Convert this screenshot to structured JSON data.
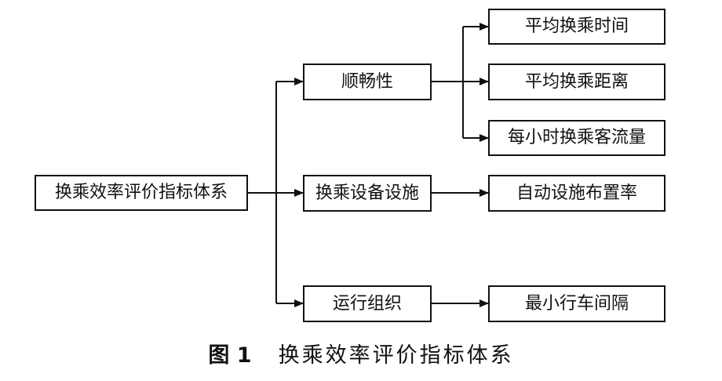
{
  "diagram": {
    "root": {
      "label": "换乘效率评价指标体系"
    },
    "categories": [
      {
        "label": "顺畅性",
        "indicators": [
          "平均换乘时间",
          "平均换乘距离",
          "每小时换乘客流量"
        ]
      },
      {
        "label": "换乘设备设施",
        "indicators": [
          "自动设施布置率"
        ]
      },
      {
        "label": "运行组织",
        "indicators": [
          "最小行车间隔"
        ]
      }
    ]
  },
  "caption": {
    "figure_number": "图 1",
    "title": "换乘效率评价指标体系"
  }
}
